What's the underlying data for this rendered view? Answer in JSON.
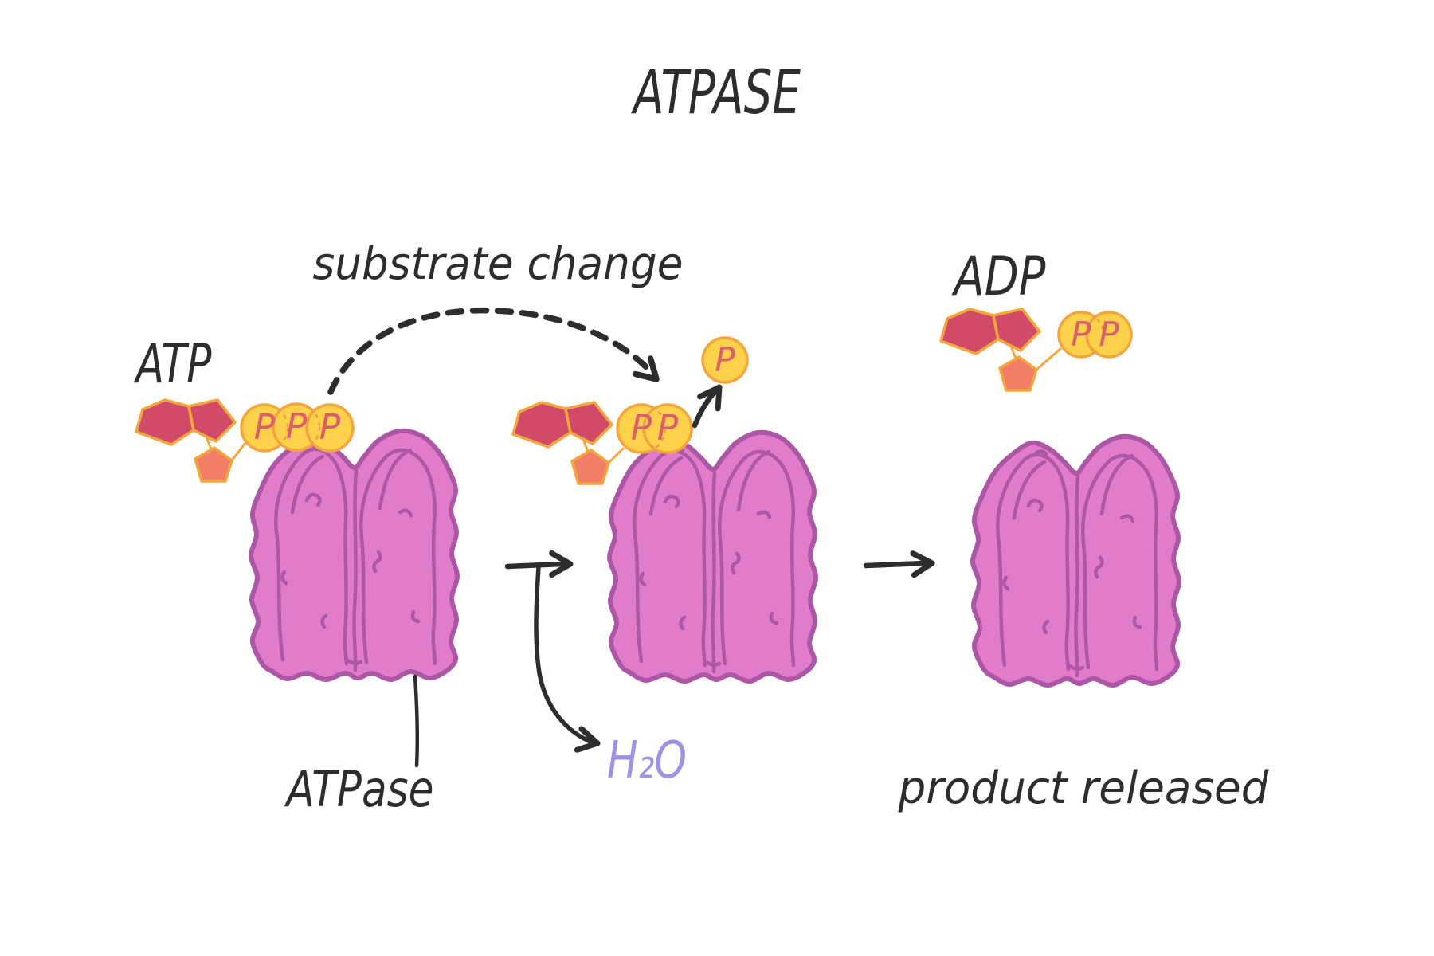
{
  "title": "ATPASE",
  "annotations": {
    "substrate_change": "substrate change",
    "product_released": "product released"
  },
  "molecules": {
    "atp_label": "ATP",
    "adp_label": "ADP",
    "enzyme_label": "ATPase",
    "water_label": "H₂O",
    "phosphate_symbol": "P",
    "atp_phosphate_count": 3,
    "bound_phosphate_count": 2,
    "released_phosphate_count": 1,
    "adp_phosphate_count": 2
  },
  "colors": {
    "enzyme_fill": "#e07cca",
    "enzyme_line": "#ac56a6",
    "purine_fill": "#d14a68",
    "ribose_fill": "#f27e68",
    "phosphate_fill": "#fdd14a",
    "molecule_outline": "#f4a63d",
    "overlap_dash": "#f19a45",
    "phosphate_letter": "#d9606a",
    "water_text": "#9e93e3",
    "ink": "#2d2d2d"
  }
}
